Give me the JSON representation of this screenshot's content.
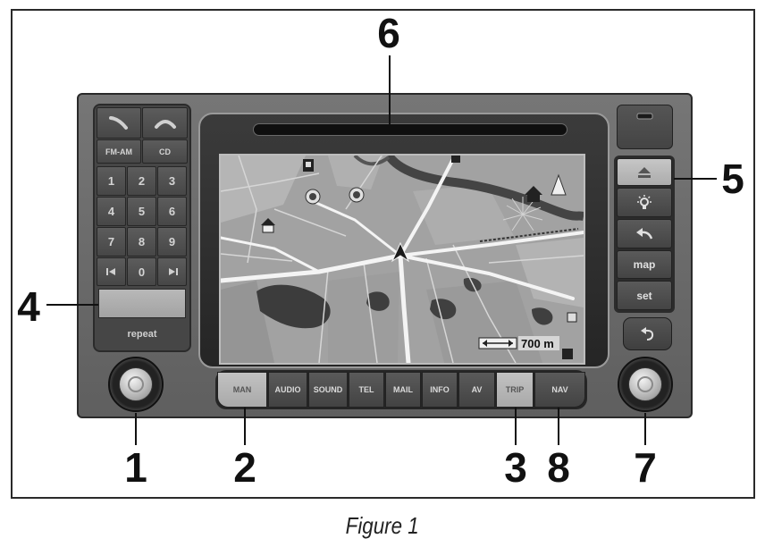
{
  "figure": {
    "caption": "Figure 1",
    "callouts": {
      "one": "1",
      "two": "2",
      "three": "3",
      "four": "4",
      "five": "5",
      "six": "6",
      "seven": "7",
      "eight": "8"
    }
  },
  "device": {
    "keypad": {
      "phone_buttons": [
        {
          "icon": "phone-answer-icon"
        },
        {
          "icon": "phone-hangup-icon"
        }
      ],
      "source_buttons": [
        "FM-AM",
        "CD"
      ],
      "digit_rows": [
        [
          "1",
          "2",
          "3"
        ],
        [
          "4",
          "5",
          "6"
        ],
        [
          "7",
          "8",
          "9"
        ]
      ],
      "bottom_row": {
        "left_icon": "seek-back-icon",
        "center": "0",
        "right_icon": "seek-forward-icon"
      },
      "blank_button": {
        "highlighted": true
      },
      "repeat_label": "repeat"
    },
    "function_buttons": [
      {
        "label": "MAN",
        "highlighted": true
      },
      {
        "label": "AUDIO",
        "highlighted": false
      },
      {
        "label": "SOUND",
        "highlighted": false
      },
      {
        "label": "TEL",
        "highlighted": false
      },
      {
        "label": "MAIL",
        "highlighted": false
      },
      {
        "label": "INFO",
        "highlighted": false
      },
      {
        "label": "AV",
        "highlighted": false
      },
      {
        "label": "TRIP",
        "highlighted": true
      },
      {
        "label": "NAV",
        "highlighted": false
      }
    ],
    "side_buttons": {
      "top": {
        "icon": "slot-icon"
      },
      "eject": {
        "icon": "eject-icon",
        "highlighted": true
      },
      "light": {
        "icon": "light-icon"
      },
      "back": {
        "icon": "back-arrow-icon"
      },
      "map": {
        "label": "map"
      },
      "set": {
        "label": "set"
      },
      "return": {
        "icon": "return-icon"
      }
    },
    "map": {
      "scale_label": "700 m"
    },
    "knobs": {
      "left": "rotary-knob-icon",
      "right": "rotary-knob-icon"
    }
  },
  "colors": {
    "body": "#6a6a6a",
    "keypad": "#464646",
    "button": "#505050",
    "button_text": "#d4d4d4",
    "highlight_button": "#b6b6b6",
    "screen_bezel": "#2c2c2c",
    "map_background": "#a2a2a2",
    "callout_text": "#111111"
  }
}
